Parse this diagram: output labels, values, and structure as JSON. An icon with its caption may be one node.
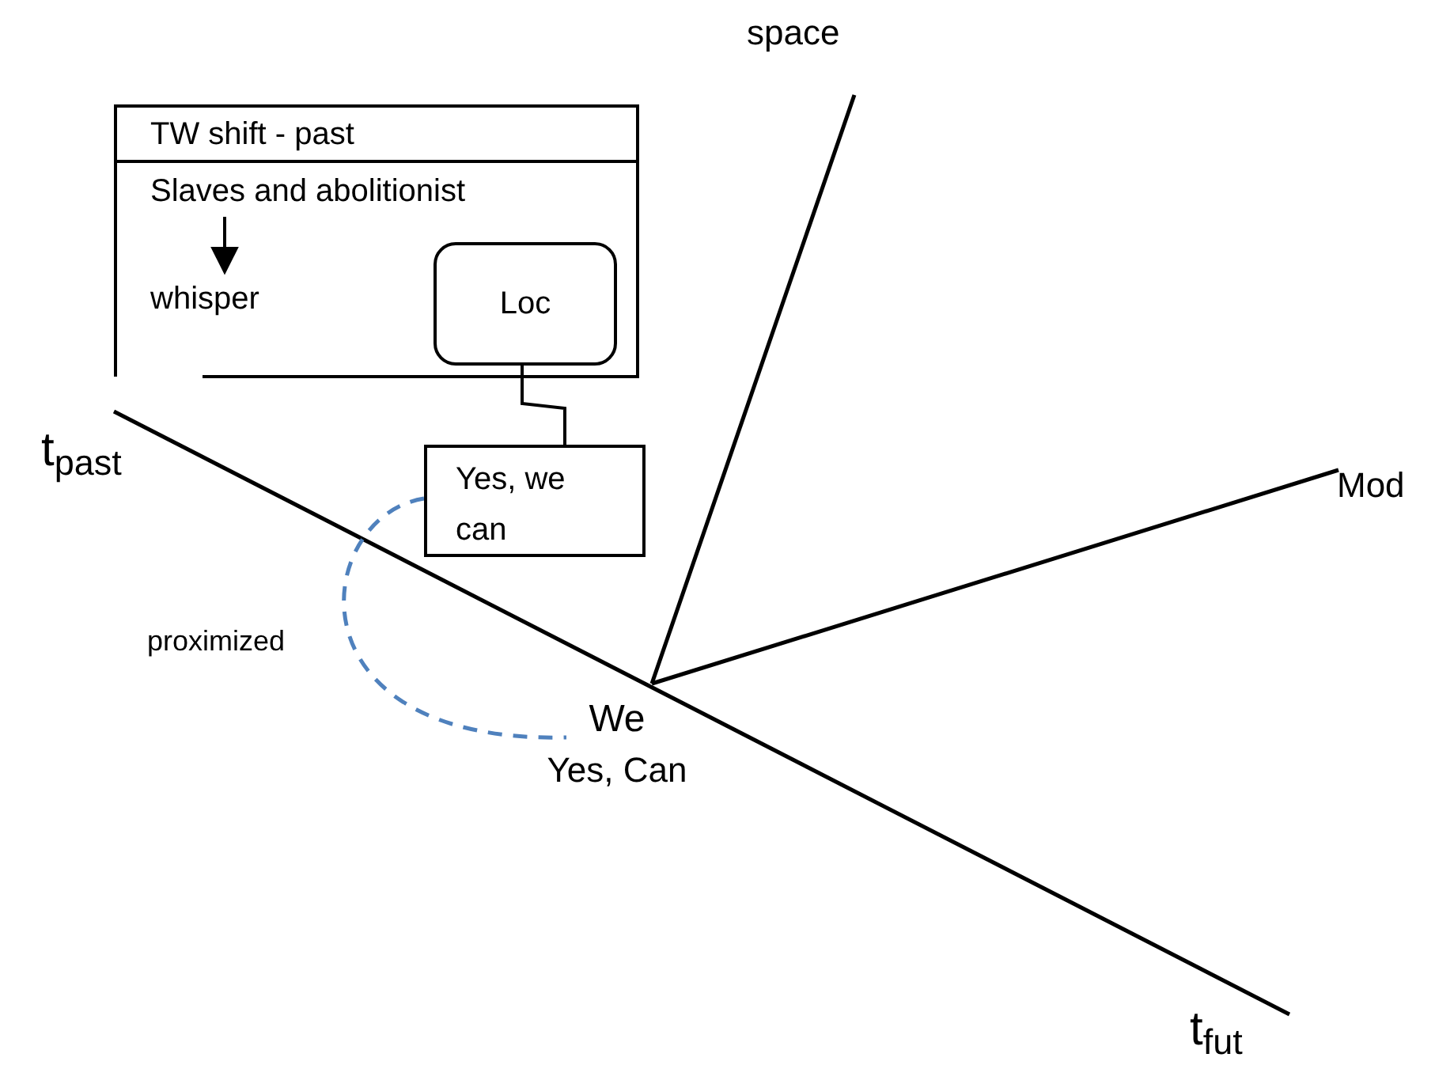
{
  "diagram": {
    "nodes": [
      {
        "text": [
          "TW shift - past"
        ]
      },
      {
        "text": [
          "Slaves and abolitionist"
        ],
        "in": 0
      },
      {
        "text": [
          "whisper"
        ],
        "in": 0
      },
      {
        "text": [
          "Loc"
        ],
        "in": 0
      },
      {
        "text": [
          "Yes, we can"
        ]
      },
      {
        "text": [
          "We",
          "Yes, Can"
        ]
      }
    ],
    "edges": [
      {
        "from": 1,
        "to": 2,
        "arrow": "to"
      },
      {
        "from": 3,
        "to": 4,
        "arrow": "none"
      },
      {
        "from": 4,
        "to": 5,
        "arrow": "none",
        "style": "dashed",
        "color": "#4f81bd"
      }
    ],
    "labels": [
      "space",
      "t$_{past}$",
      "Mod",
      "proximized",
      "t$_{fut}$"
    ]
  }
}
